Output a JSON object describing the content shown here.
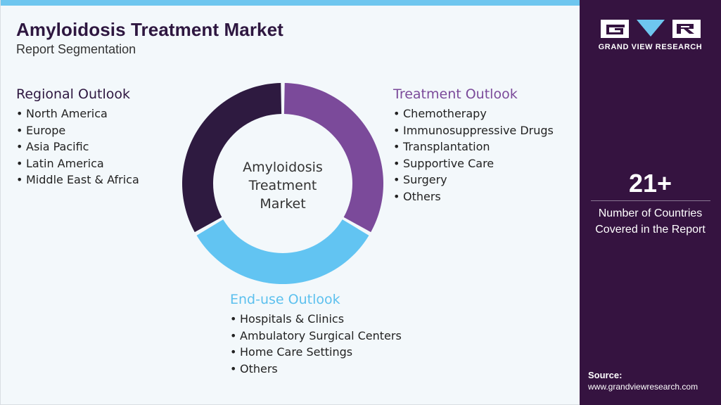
{
  "header": {
    "title": "Amyloidosis Treatment Market",
    "subtitle": "Report Segmentation"
  },
  "donut": {
    "center_label_lines": [
      "Amyloidosis",
      "Treatment",
      "Market"
    ],
    "segments": [
      {
        "segment": "Treatment Outlook",
        "color": "#7b4a9a",
        "share": 0.3333
      },
      {
        "segment": "End-use Outlook",
        "color": "#62c4f2",
        "share": 0.3333
      },
      {
        "segment": "Regional Outlook",
        "color": "#2e1a40",
        "share": 0.3333
      }
    ]
  },
  "regional": {
    "heading": "Regional Outlook",
    "items": [
      "North America",
      "Europe",
      "Asia Pacific",
      "Latin America",
      "Middle East & Africa"
    ]
  },
  "treatment": {
    "heading": "Treatment Outlook",
    "items": [
      "Chemotherapy",
      "Immunosuppressive Drugs",
      "Transplantation",
      "Supportive Care",
      "Surgery",
      "Others"
    ]
  },
  "enduse": {
    "heading": "End-use Outlook",
    "items": [
      "Hospitals & Clinics",
      "Ambulatory Surgical Centers",
      "Home Care Settings",
      "Others"
    ]
  },
  "sidebar": {
    "brand": "GRAND VIEW RESEARCH",
    "logo_icon": "gvr-logo-icon",
    "stat_value": "21+",
    "stat_label_lines": [
      "Number of Countries",
      "Covered in the Report"
    ],
    "source_label": "Source:",
    "source_url": "www.grandviewresearch.com"
  },
  "colors": {
    "accent_light_blue": "#6ec6ef",
    "sidebar_bg": "#351340",
    "title_color": "#2e1740"
  }
}
